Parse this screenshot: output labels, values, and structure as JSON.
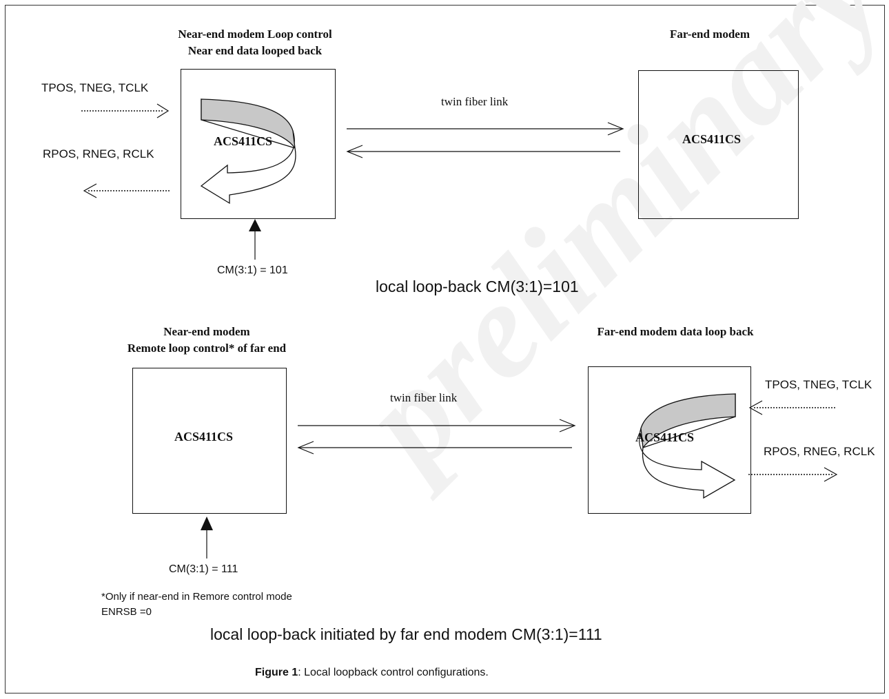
{
  "diagram_top": {
    "near_header_line1": "Near-end modem Loop control",
    "near_header_line2": "Near end data looped back",
    "far_header": "Far-end modem",
    "near_chip": "ACS411CS",
    "far_chip": "ACS411CS",
    "tx_signals": "TPOS, TNEG, TCLK",
    "rx_signals": "RPOS, RNEG, RCLK",
    "link_label": "twin fiber link",
    "control_value": "CM(3:1) = 101",
    "title": "local loop-back CM(3:1)=101"
  },
  "diagram_bottom": {
    "near_header_line1": "Near-end modem",
    "near_header_line2": "Remote loop control* of far end",
    "far_header": "Far-end modem data loop back",
    "near_chip": "ACS411CS",
    "far_chip": "ACS411CS",
    "tx_signals": "TPOS, TNEG, TCLK",
    "rx_signals": "RPOS, RNEG, RCLK",
    "link_label": "twin fiber link",
    "control_value": "CM(3:1) = 111",
    "footnote_line1": "*Only if near-end in Remore control mode",
    "footnote_line2": "ENRSB =0",
    "title": "local loop-back initiated by far end modem CM(3:1)=111"
  },
  "caption": {
    "label": "Figure 1",
    "text": ": Local loopback control configurations."
  },
  "watermark": "preliminary",
  "colors": {
    "line": "#111111",
    "band_fill": "#c8c8c8",
    "watermark": "#f1f1f1"
  }
}
